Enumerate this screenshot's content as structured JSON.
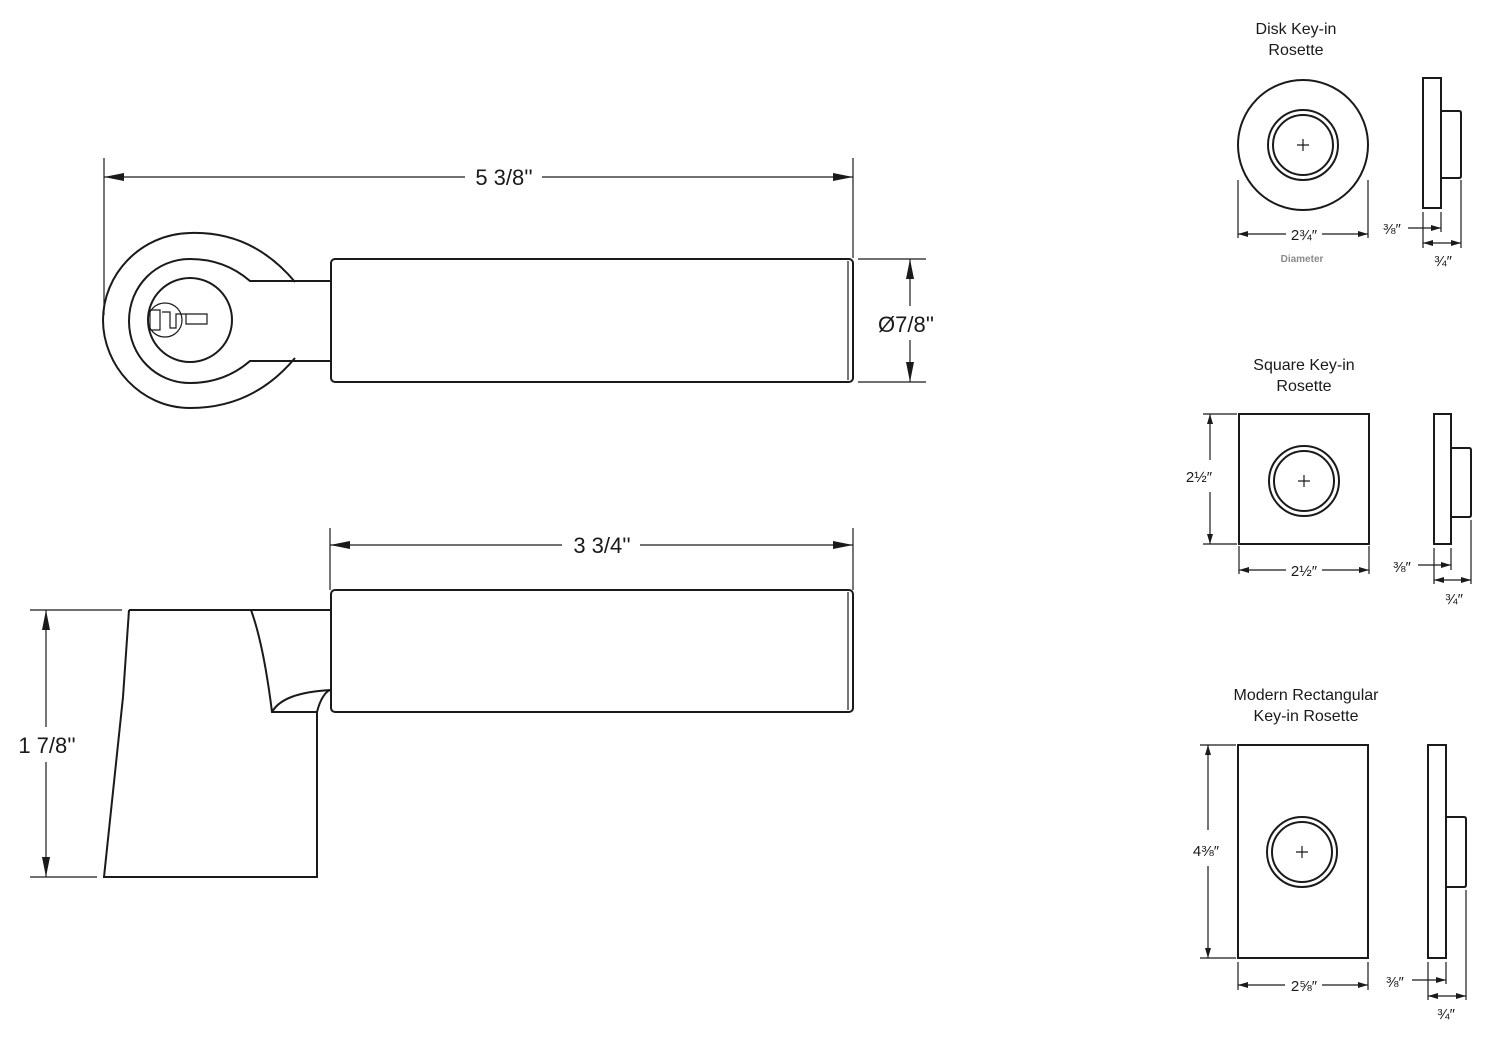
{
  "main_drawing": {
    "overall_length": "5 3/8''",
    "lever_diameter": "Ø7/8''",
    "lever_length": "3 3/4''",
    "rosette_height": "1 7/8''"
  },
  "rosettes": [
    {
      "title_line1": "Disk Key-in",
      "title_line2": "Rosette",
      "width": "2¾″",
      "width_caption": "Diameter",
      "plate_depth": "⅜″",
      "total_depth": "¾″"
    },
    {
      "title_line1": "Square Key-in",
      "title_line2": "Rosette",
      "height": "2½″",
      "width": "2½″",
      "plate_depth": "⅜″",
      "total_depth": "¾″"
    },
    {
      "title_line1": "Modern Rectangular",
      "title_line2": "Key-in Rosette",
      "height": "4⅜″",
      "width": "2⅝″",
      "plate_depth": "⅜″",
      "total_depth": "¾″"
    }
  ]
}
